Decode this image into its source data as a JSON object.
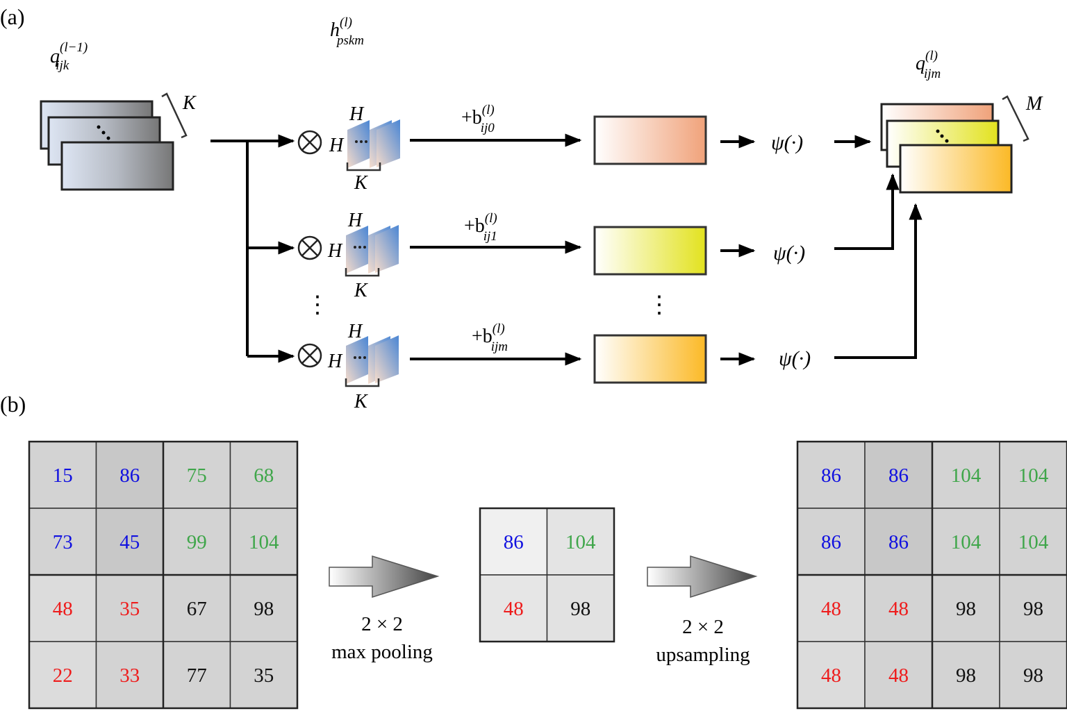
{
  "panel_a": {
    "label": "(a)",
    "input_map": {
      "symbol": "q",
      "sup": "(l−1)",
      "sub": "ijk",
      "stack_label": "K"
    },
    "kernel": {
      "symbol": "h",
      "sup": "(l)",
      "sub": "pskm",
      "height_label": "H",
      "width_label": "H",
      "depth_label": "K"
    },
    "conv_operator": "⊗",
    "branches": [
      {
        "bias_prefix": "+b",
        "bias_sup": "(l)",
        "bias_sub": "ij0",
        "activation": "ψ(·)",
        "color": "#f0a27a"
      },
      {
        "bias_prefix": "+b",
        "bias_sup": "(l)",
        "bias_sub": "ij1",
        "activation": "ψ(·)",
        "color": "#e2e21e"
      },
      {
        "bias_prefix": "+b",
        "bias_sup": "(l)",
        "bias_sub": "ijm",
        "activation": "ψ(·)",
        "color": "#fbb926"
      }
    ],
    "ellipsis": "⋮",
    "output_map": {
      "symbol": "q",
      "sup": "(l)",
      "sub": "ijm",
      "stack_label": "M"
    }
  },
  "panel_b": {
    "label": "(b)",
    "colors": {
      "blue": "#1010e0",
      "green": "#3fa64a",
      "red": "#ee1c1c",
      "black": "#111111"
    },
    "input_grid": [
      [
        {
          "v": "15",
          "c": "blue"
        },
        {
          "v": "86",
          "c": "blue"
        },
        {
          "v": "75",
          "c": "green"
        },
        {
          "v": "68",
          "c": "green"
        }
      ],
      [
        {
          "v": "73",
          "c": "blue"
        },
        {
          "v": "45",
          "c": "blue"
        },
        {
          "v": "99",
          "c": "green"
        },
        {
          "v": "104",
          "c": "green"
        }
      ],
      [
        {
          "v": "48",
          "c": "red"
        },
        {
          "v": "35",
          "c": "red"
        },
        {
          "v": "67",
          "c": "black"
        },
        {
          "v": "98",
          "c": "black"
        }
      ],
      [
        {
          "v": "22",
          "c": "red"
        },
        {
          "v": "33",
          "c": "red"
        },
        {
          "v": "77",
          "c": "black"
        },
        {
          "v": "35",
          "c": "black"
        }
      ]
    ],
    "pool_op": {
      "line1": "2 × 2",
      "line2": "max pooling"
    },
    "pooled_grid": [
      [
        {
          "v": "86",
          "c": "blue"
        },
        {
          "v": "104",
          "c": "green"
        }
      ],
      [
        {
          "v": "48",
          "c": "red"
        },
        {
          "v": "98",
          "c": "black"
        }
      ]
    ],
    "upsample_op": {
      "line1": "2 × 2",
      "line2": "upsampling"
    },
    "output_grid": [
      [
        {
          "v": "86",
          "c": "blue"
        },
        {
          "v": "86",
          "c": "blue"
        },
        {
          "v": "104",
          "c": "green"
        },
        {
          "v": "104",
          "c": "green"
        }
      ],
      [
        {
          "v": "86",
          "c": "blue"
        },
        {
          "v": "86",
          "c": "blue"
        },
        {
          "v": "104",
          "c": "green"
        },
        {
          "v": "104",
          "c": "green"
        }
      ],
      [
        {
          "v": "48",
          "c": "red"
        },
        {
          "v": "48",
          "c": "red"
        },
        {
          "v": "98",
          "c": "black"
        },
        {
          "v": "98",
          "c": "black"
        }
      ],
      [
        {
          "v": "48",
          "c": "red"
        },
        {
          "v": "48",
          "c": "red"
        },
        {
          "v": "98",
          "c": "black"
        },
        {
          "v": "98",
          "c": "black"
        }
      ]
    ]
  }
}
